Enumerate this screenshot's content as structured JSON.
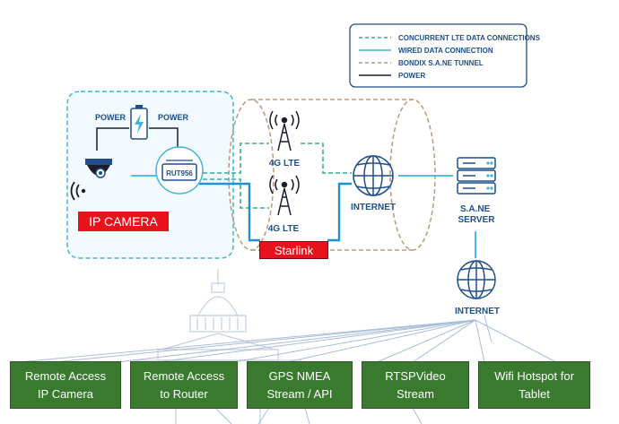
{
  "legend": {
    "concurrent": "CONCURRENT LTE DATA CONNECTIONS",
    "wired": "WIRED DATA CONNECTION",
    "tunnel": "BONDIX S.A.NE TUNNEL",
    "power": "POWER"
  },
  "labels": {
    "power_left": "POWER",
    "power_right": "POWER",
    "router": "RUT956",
    "lte_top": "4G LTE",
    "lte_bottom": "4G LTE",
    "internet_mid": "INTERNET",
    "server": "S.A.NE\nSERVER",
    "internet_right": "INTERNET",
    "ip_camera": "IP CAMERA",
    "starlink": "Starlink"
  },
  "boxes": [
    "Remote Access\nIP Camera",
    "Remote Access\nto Router",
    "GPS NMEA\nStream / API",
    "RTSPVideo\nStream",
    "Wifi Hotspot for\nTablet"
  ],
  "colors": {
    "dark_blue": "#1f4e8a",
    "cyan": "#3fb5d9",
    "teal": "#3aa98e",
    "tunnel": "#b89a80",
    "green_box": "#3a7a2f",
    "red_tag": "#e8121d"
  }
}
